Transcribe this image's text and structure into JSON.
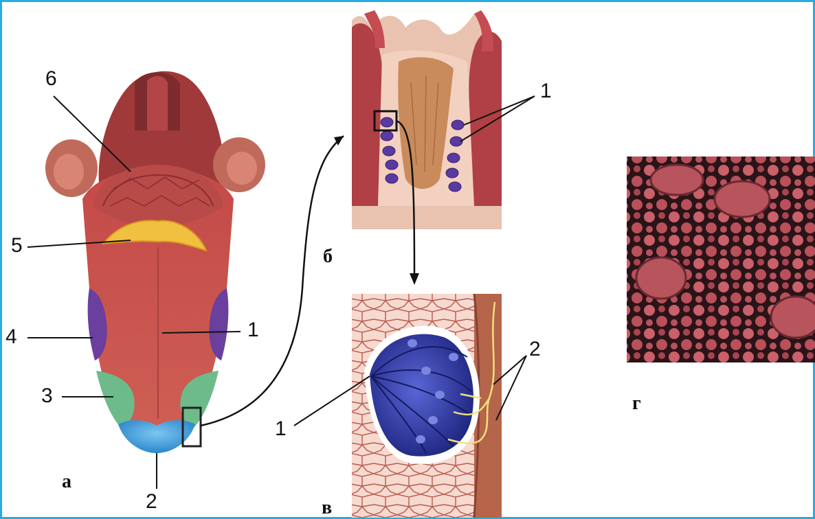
{
  "figure": {
    "border_color": "#29abe2",
    "panels": {
      "a": "а",
      "b": "б",
      "v": "в",
      "g": "г"
    },
    "tongue_labels": {
      "n1": "1",
      "n2": "2",
      "n3": "3",
      "n4": "4",
      "n5": "5",
      "n6": "6"
    },
    "papilla_labels": {
      "n1": "1"
    },
    "taste_bud_labels": {
      "n1": "1",
      "n2": "2"
    },
    "colors": {
      "tongue_body": "#c8524e",
      "zone_tip": "#3b9ad9",
      "zone_lateral_front": "#6dbb8a",
      "zone_lateral_back": "#6a3f9e",
      "zone_back": "#f0c040",
      "taste_bud": "#2f3aa8",
      "nerve": "#f3e27a",
      "micro_bg": "#2a1418",
      "micro_papilla": "#c9606a"
    }
  }
}
